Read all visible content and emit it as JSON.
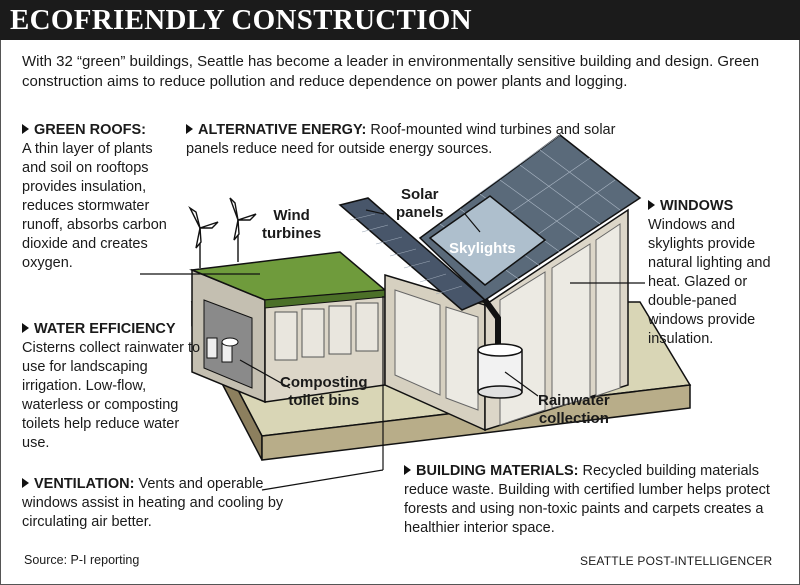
{
  "title": "ECOFRIENDLY CONSTRUCTION",
  "intro": "With 32 “green” buildings, Seattle has become a leader in environmentally sensitive building and design. Green construction aims to reduce pollution and reduce dependence on power plants and logging.",
  "sections": {
    "green_roofs": {
      "heading": "GREEN ROOFS:",
      "body": "A thin layer of plants and soil on rooftops provides insulation, reduces stormwater runoff,  absorbs carbon dioxide and creates oxygen."
    },
    "alternative_energy": {
      "heading": "ALTERNATIVE ENERGY:",
      "body": "Roof-mounted wind turbines and solar panels reduce need for outside energy sources."
    },
    "windows": {
      "heading": "WINDOWS",
      "body": "Windows and skylights provide natural lighting and heat. Glazed or double-paned windows provide insulation."
    },
    "water_efficiency": {
      "heading": "WATER EFFICIENCY",
      "body": "Cisterns collect rainwater to use for landscaping irrigation. Low-flow, waterless or composting toilets help reduce water use."
    },
    "ventilation": {
      "heading": "VENTILATION:",
      "body": "Vents and operable windows assist in heating and cooling by circulating air better."
    },
    "building_materials": {
      "heading": "BUILDING MATERIALS:",
      "body": "Recycled building materials reduce waste. Building with certified lumber helps protect forests and using non-toxic paints and carpets creates a healthier interior space."
    }
  },
  "labels": {
    "wind_turbines": [
      "Wind",
      "turbines"
    ],
    "solar_panels": [
      "Solar",
      "panels"
    ],
    "skylights": "Skylights",
    "composting": [
      "Composting",
      "toilet bins"
    ],
    "rainwater": [
      "Rainwater",
      "collection"
    ]
  },
  "source": "Source: P-I reporting",
  "credit": "SEATTLE POST-INTELLIGENCER",
  "colors": {
    "title_bg": "#1b1b1b",
    "roof_green": "#6f9b3c",
    "wall": "#dcd6c8",
    "ground": "#d9d6b6",
    "solar": "#5a6a7a",
    "skylight": "#aebfcd"
  }
}
